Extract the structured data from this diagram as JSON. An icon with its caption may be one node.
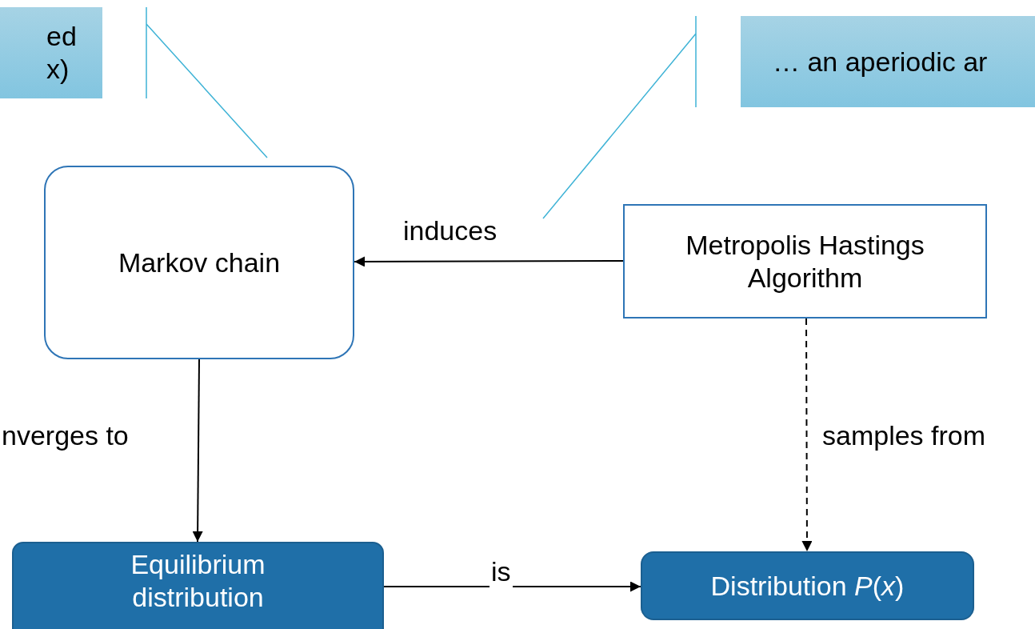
{
  "diagram": {
    "nodes": [
      {
        "text": [
          "ed x)"
        ]
      },
      {
        "text": [
          "… an aperiodic ar"
        ]
      },
      {
        "text": [
          "Markov chain"
        ]
      },
      {
        "text": [
          "Metropolis Hastings Algorithm"
        ]
      },
      {
        "text": [
          "Equilibrium distribution"
        ]
      },
      {
        "text": [
          "Distribution *P*(*x*)"
        ]
      }
    ],
    "edges": [
      {
        "from": 3,
        "to": 2,
        "arrow": "to",
        "label": "induces"
      },
      {
        "from": 2,
        "to": 4,
        "arrow": "to",
        "label": "nverges to"
      },
      {
        "from": 3,
        "to": 5,
        "arrow": "to",
        "label": "samples from",
        "style": "dashed"
      },
      {
        "from": 4,
        "to": 5,
        "arrow": "to",
        "label": "is"
      },
      {
        "from": 0,
        "to": 2,
        "arrow": "none",
        "color": "#3fb3d6"
      },
      {
        "from": 1,
        "to": null,
        "arrow": "none",
        "color": "#3fb3d6"
      }
    ]
  }
}
